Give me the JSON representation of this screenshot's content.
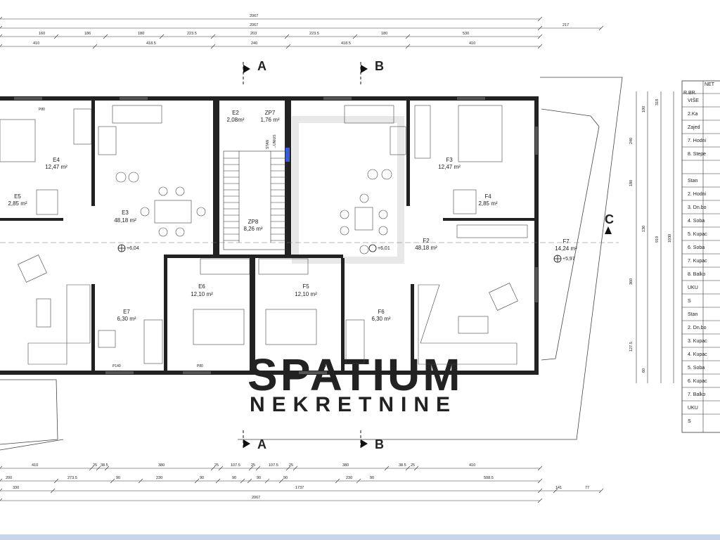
{
  "dimensions": {
    "top_row1": [
      "2067"
    ],
    "top_row2": [
      "2067",
      "217"
    ],
    "top_row3": [
      "160",
      "186",
      "180",
      "223.5",
      "203",
      "223.5",
      "180",
      "530"
    ],
    "top_row4": [
      "410",
      "418.5",
      "240",
      "418.5",
      "410"
    ],
    "bottom_row1": [
      "410",
      "25",
      "38.5",
      "380",
      "25",
      "107.5",
      "25",
      "107.5",
      "25",
      "380",
      "38.5",
      "25",
      "410"
    ],
    "bottom_row2": [
      "200",
      "273.5",
      "90",
      "230",
      "90",
      "90",
      "90",
      "90",
      "230",
      "90",
      "508.5"
    ],
    "bottom_row3": [
      "330",
      "1737",
      "141",
      "77"
    ],
    "bottom_row4": [
      "2067"
    ],
    "right_col1": [
      "100",
      "240",
      "180",
      "130",
      "360",
      "127.5",
      "60"
    ],
    "right_col2": [
      "318",
      "919",
      "1030"
    ]
  },
  "sections": {
    "a_top": "A",
    "b_top": "B",
    "a_bottom": "A",
    "b_bottom": "B",
    "c_side": "C"
  },
  "rooms": [
    {
      "id": "E2",
      "area": "2,08m²"
    },
    {
      "id": "ZP7",
      "area": "1,76 m²"
    },
    {
      "id": "E4",
      "area": "12,47 m²"
    },
    {
      "id": "E5",
      "area": "2,85 m²"
    },
    {
      "id": "E3",
      "area": "48,18 m²"
    },
    {
      "id": "ZP8",
      "area": "8,26 m²"
    },
    {
      "id": "F3",
      "area": "12,47 m²"
    },
    {
      "id": "F4",
      "area": "2,85 m²"
    },
    {
      "id": "F2",
      "area": "48,18 m²"
    },
    {
      "id": "F7",
      "area": "14,24 m²"
    },
    {
      "id": "E6",
      "area": "12,10 m²"
    },
    {
      "id": "F5",
      "area": "12,10 m²"
    },
    {
      "id": "E7",
      "area": "6,30 m²"
    },
    {
      "id": "F6",
      "area": "6,30 m²"
    }
  ],
  "levels": {
    "left": "+6,04",
    "center": "+6,01",
    "right": "+5,97"
  },
  "labels": {
    "stairs": "STAN",
    "stairs2": "→UNIUS",
    "p80": "P80",
    "p140": "P140"
  },
  "watermark": {
    "line1": "SPATIUM",
    "line2": "NEKRETNINE"
  },
  "table": {
    "header": [
      "R.BR.",
      "NET"
    ],
    "rows": [
      "VIŠE",
      "2.Ka",
      "Zajed",
      "7.  Hodni",
      "8.  Stepe",
      "",
      "Stan",
      "2.  Hodni",
      "3.  Dn.bo",
      "4.  Soba",
      "5.  Kupac",
      "6.  Soba",
      "7.  Kupac",
      "8.  Balko",
      "UKU",
      "S",
      "Stan",
      "2.  Dn.bo",
      "3.  Kupac",
      "4.  Kupac",
      "5.  Soba",
      "6.  Kupac",
      "7.  Balko",
      "UKU",
      "S"
    ]
  }
}
